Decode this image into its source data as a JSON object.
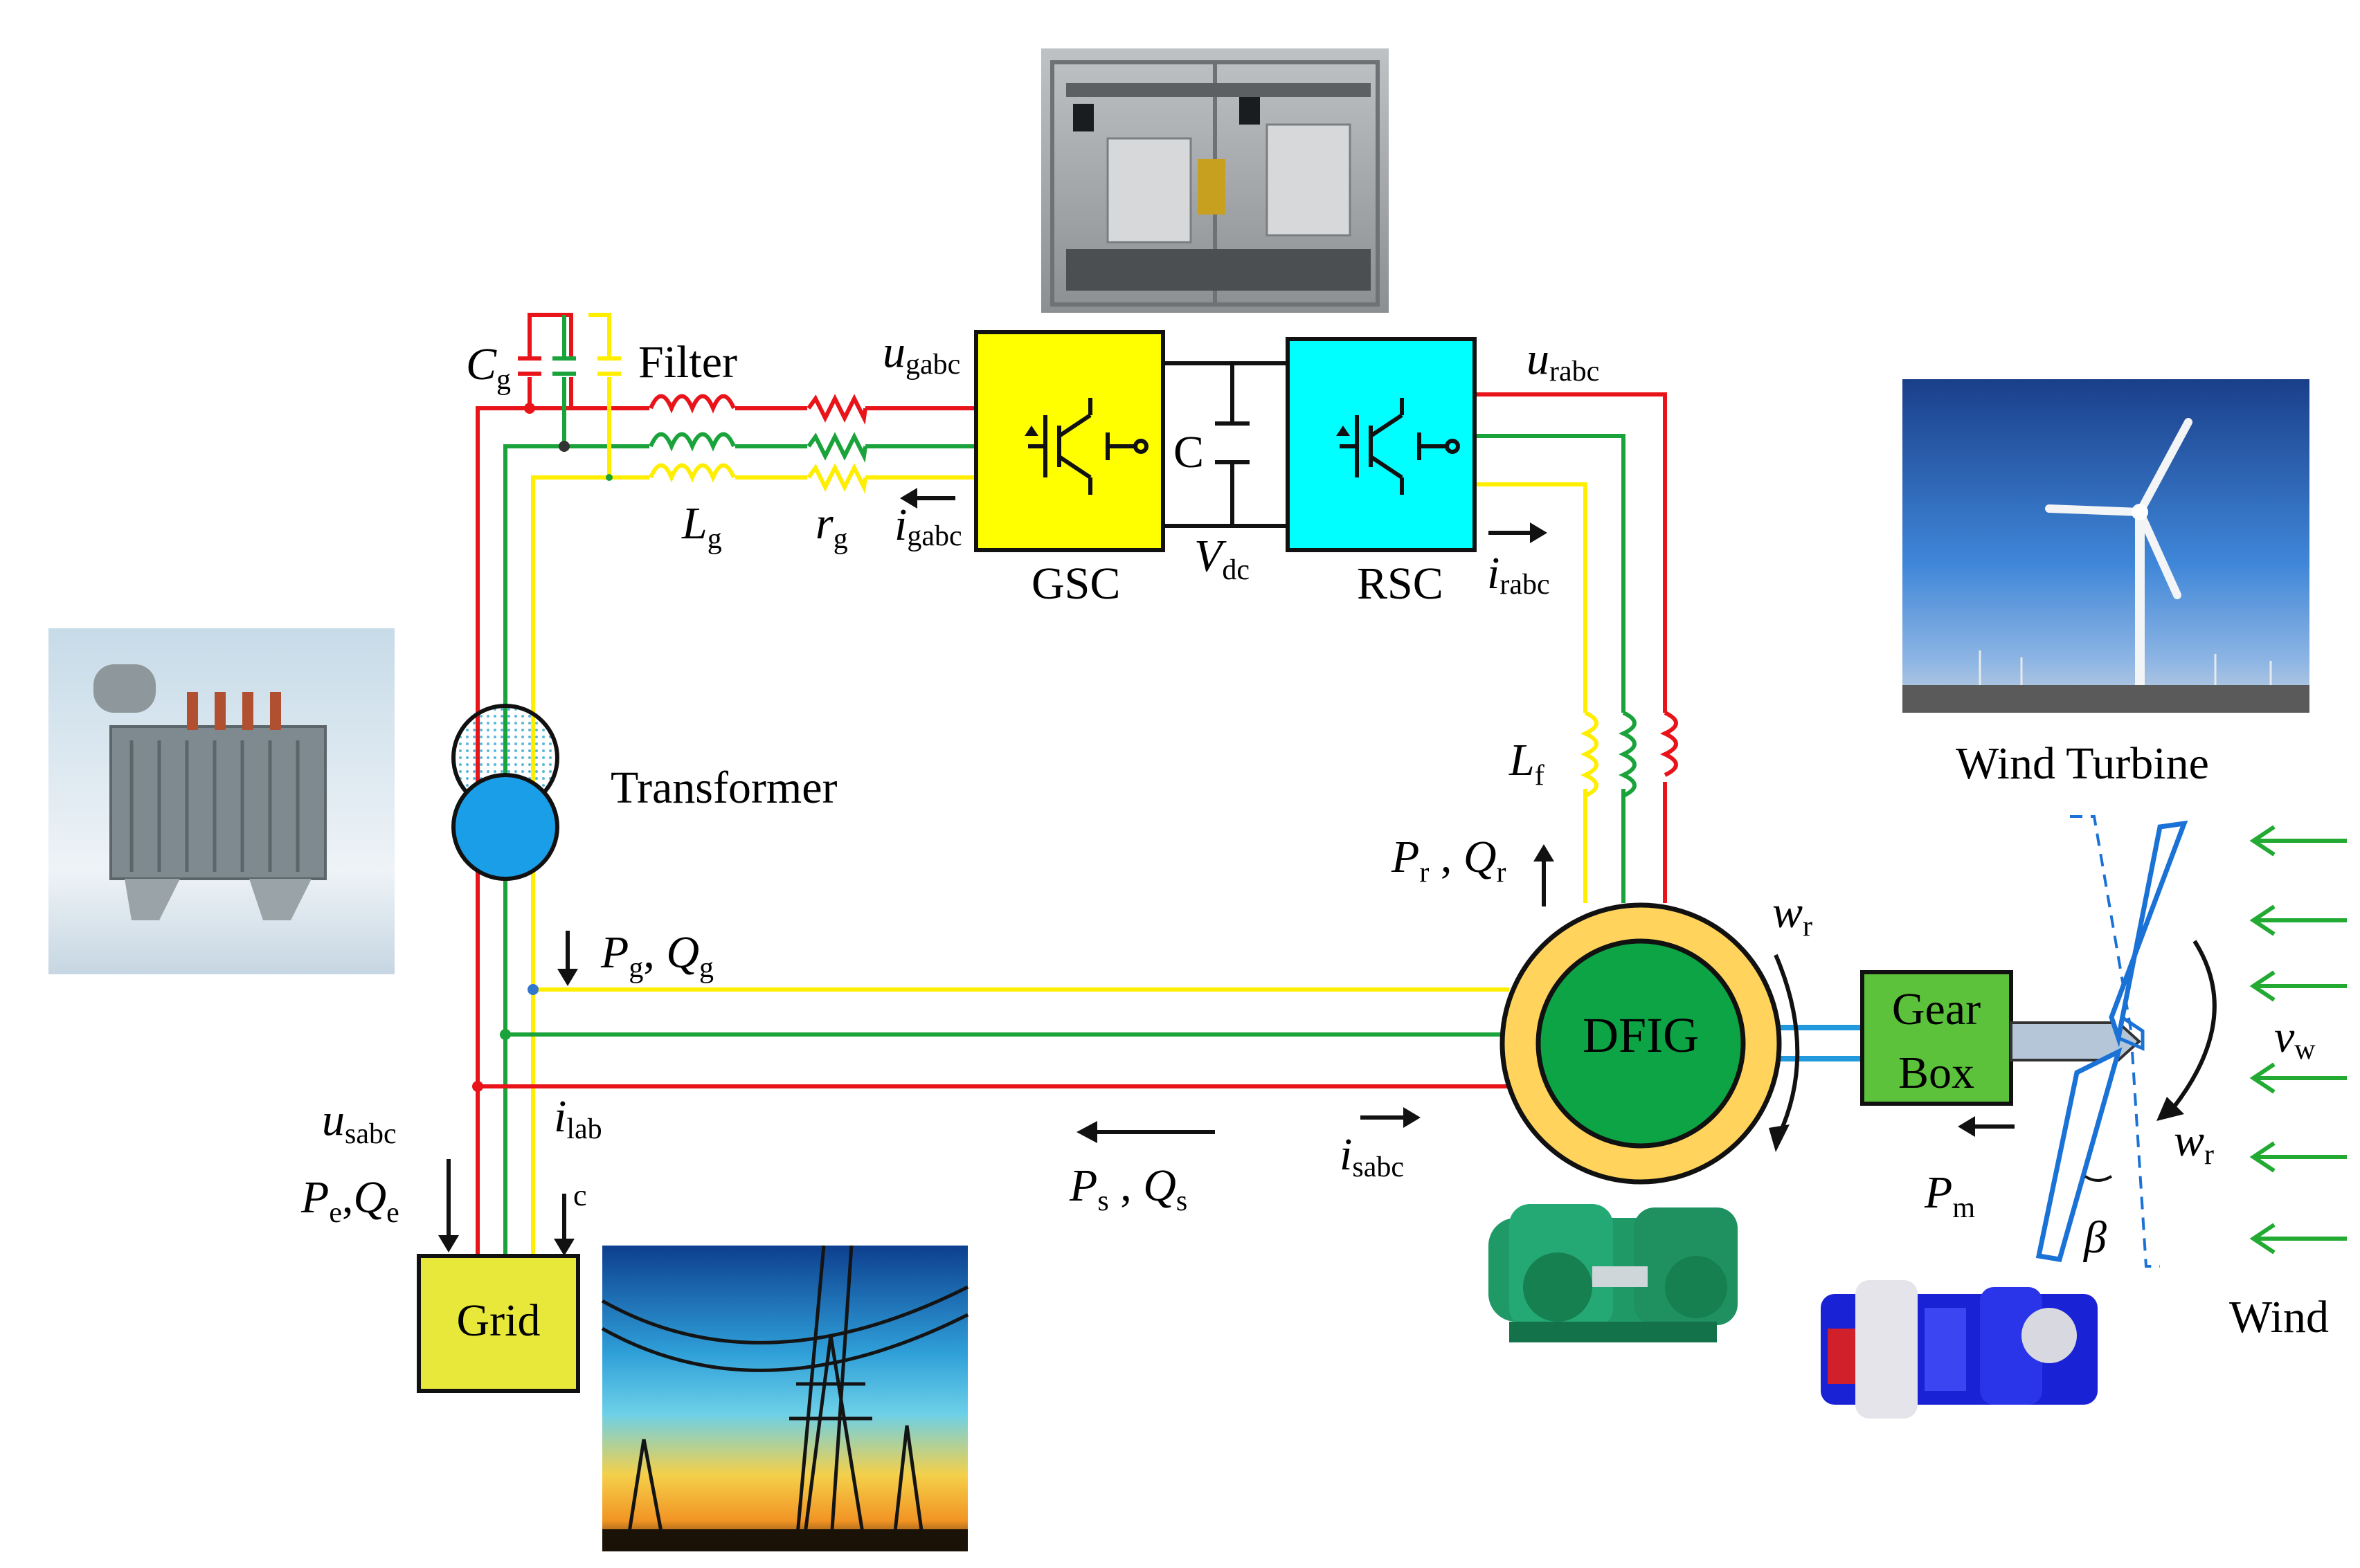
{
  "colors": {
    "phase_a": "#e8141a",
    "phase_b": "#1aa33a",
    "phase_c": "#ffee00",
    "converter_gsc": "#ffff00",
    "converter_rsc": "#00ffff",
    "grid_box": "#e8e83a",
    "gearbox": "#5cc23c",
    "dfig_rotor": "#0ca444",
    "dfig_ring": "#ffd35c",
    "wind_arrows": "#22aa33",
    "blade": "#1a72d6",
    "shaft": "#2299dd"
  },
  "labels": {
    "filter": "Filter",
    "cg": {
      "main": "C",
      "sub": "g"
    },
    "lg": {
      "main": "L",
      "sub": "g"
    },
    "rg": {
      "main": "r",
      "sub": "g"
    },
    "ugabc": {
      "main": "u",
      "sub": "gabc"
    },
    "igabc": {
      "main": "i",
      "sub": "gabc"
    },
    "gsc": "GSC",
    "rsc": "RSC",
    "cap": "C",
    "vdc": {
      "main": "V",
      "sub": "dc"
    },
    "urabc": {
      "main": "u",
      "sub": "rabc"
    },
    "irabc": {
      "main": "i",
      "sub": "rabc"
    },
    "lf": {
      "main": "L",
      "sub": "f"
    },
    "prqr": {
      "p": "P",
      "ps": "r",
      "sep": " , ",
      "q": "Q",
      "qs": "r"
    },
    "transformer": "Transformer",
    "pgqg": {
      "p": "P",
      "ps": "g",
      "sep": ", ",
      "q": "Q",
      "qs": "g"
    },
    "usabc": {
      "main": "u",
      "sub": "sabc"
    },
    "peqe": {
      "p": "P",
      "ps": "e",
      "sep": ",",
      "q": "Q",
      "qs": "e"
    },
    "ilab": {
      "main": "i",
      "sub": "lab"
    },
    "c_mark": "c",
    "psqs": {
      "p": "P",
      "ps": "s",
      "sep": " , ",
      "q": "Q",
      "qs": "s"
    },
    "isabc": {
      "main": "i",
      "sub": "sabc"
    },
    "grid": "Grid",
    "dfig": "DFIG",
    "wr_top": {
      "main": "w",
      "sub": "r"
    },
    "wr_right": {
      "main": "w",
      "sub": "r"
    },
    "gearbox": {
      "line1": "Gear",
      "line2": "Box"
    },
    "pm": {
      "main": "P",
      "sub": "m"
    },
    "vw": {
      "main": "v",
      "sub": "w"
    },
    "beta": "β",
    "wind": "Wind",
    "wind_turbine": "Wind Turbine"
  }
}
